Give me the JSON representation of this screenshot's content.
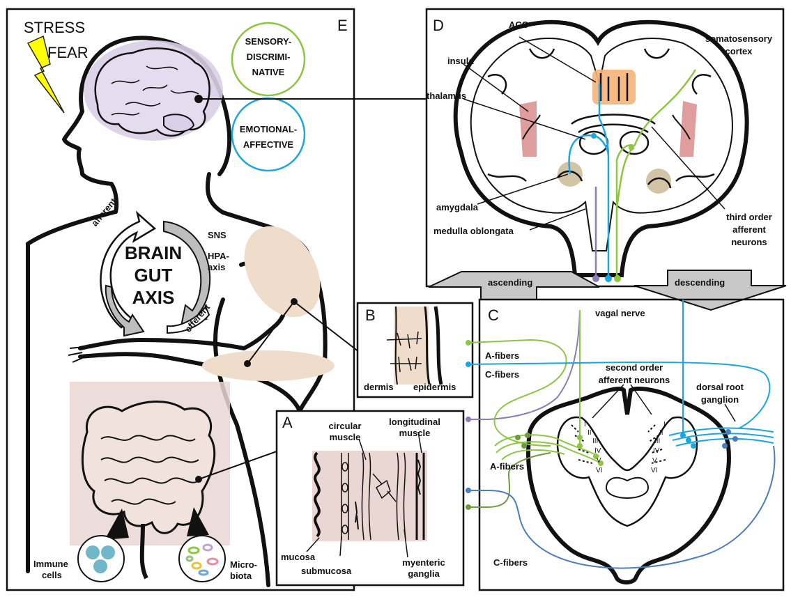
{
  "panels": {
    "A": "A",
    "B": "B",
    "C": "C",
    "D": "D",
    "E": "E"
  },
  "panel_e": {
    "stress": "STRESS",
    "fear": "FEAR",
    "sensory_line1": "SENSORY-",
    "sensory_line2": "DISCRIMI-",
    "sensory_line3": "NATIVE",
    "emotional_line1": "EMOTIONAL-",
    "emotional_line2": "AFFECTIVE",
    "axis_line1": "BRAIN",
    "axis_line2": "GUT",
    "axis_line3": "AXIS",
    "afferent": "afferent",
    "efferent": "efferent",
    "sns": "SNS",
    "hpa_line1": "HPA-",
    "hpa_line2": "axis",
    "immune_line1": "Immune",
    "immune_line2": "cells",
    "micro_line1": "Micro-",
    "micro_line2": "biota"
  },
  "panel_d": {
    "acc": "ACC",
    "insula": "insula",
    "thalamus": "thalamus",
    "amygdala": "amygdala",
    "medulla": "medulla oblongata",
    "somato_line1": "somatosensory",
    "somato_line2": "cortex",
    "third_line1": "third order",
    "third_line2": "afferent",
    "third_line3": "neurons"
  },
  "arrows": {
    "ascending": "ascending",
    "descending": "descending"
  },
  "panel_b": {
    "dermis": "dermis",
    "epidermis": "epidermis"
  },
  "panel_a": {
    "circular_line1": "circular",
    "circular_line2": "muscle",
    "longitudinal_line1": "longitudinal",
    "longitudinal_line2": "muscle",
    "mucosa": "mucosa",
    "submucosa": "submucosa",
    "myenteric_line1": "myenteric",
    "myenteric_line2": "ganglia"
  },
  "panel_c": {
    "vagal": "vagal nerve",
    "a_fibers_top": "A-fibers",
    "c_fibers_top": "C-fibers",
    "second_line1": "second order",
    "second_line2": "afferent neurons",
    "drg_line1": "dorsal root",
    "drg_line2": "ganglion",
    "a_fibers_mid": "A-fibers",
    "c_fibers_bottom": "C-fibers",
    "lamina_i": "I",
    "lamina_ii": "II",
    "lamina_iii": "III",
    "lamina_iv": "IV",
    "lamina_v": "V",
    "lamina_vi": "VI"
  },
  "colors": {
    "green": "#8dc63f",
    "blue": "#1aa7e0",
    "purple": "#8e7bb5",
    "steel": "#4a7cc4",
    "olive": "#6e9a3a",
    "brain_fill": "#d9cfe8",
    "gut_fill": "#ead7d3",
    "skin_fill": "#f0dccb",
    "acc_fill": "#f5b27a",
    "insula_fill": "#d98c8c",
    "amygdala_fill": "#cdbf9c",
    "arrow_fill": "#bdbdbd",
    "bolt": "#ffff00"
  }
}
